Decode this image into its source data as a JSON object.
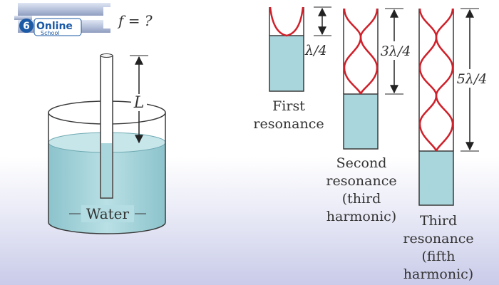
{
  "logo": {
    "name": "Online",
    "sub": "School"
  },
  "frequency_label": "f = ?",
  "tube_length_label": "L",
  "water_label": "Water",
  "resonances": [
    {
      "length_label": "λ/4",
      "caption": [
        "First",
        "resonance"
      ]
    },
    {
      "length_label": "3λ/4",
      "caption": [
        "Second",
        "resonance",
        "(third",
        "harmonic)"
      ]
    },
    {
      "length_label": "5λ/4",
      "caption": [
        "Third",
        "resonance",
        "(fifth",
        "harmonic)"
      ]
    }
  ],
  "colors": {
    "wave": "#d0202a",
    "water": "#a9d6dc",
    "tube_outline": "#3a3a3a",
    "logo_blue": "#1c5aa6"
  }
}
